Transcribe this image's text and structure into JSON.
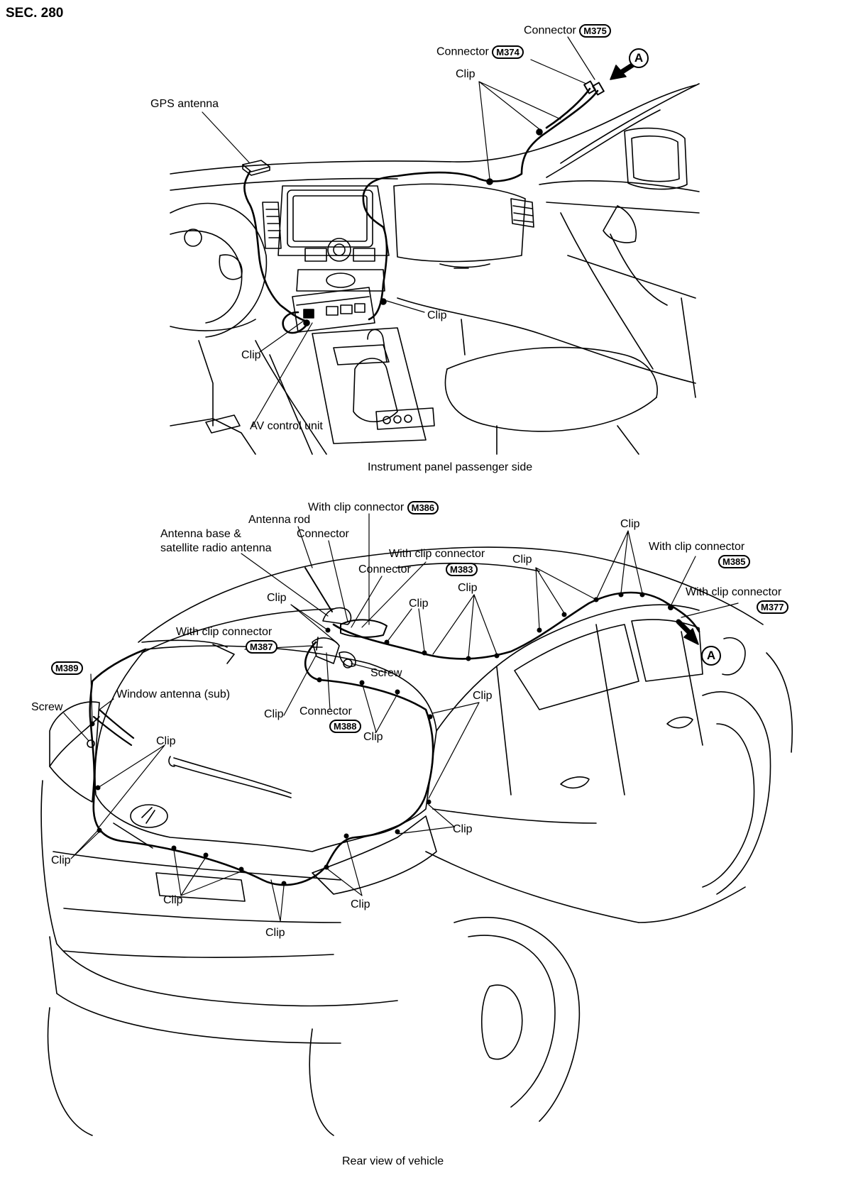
{
  "section": "SEC. 280",
  "top": {
    "caption": "Instrument panel passenger side",
    "connector_m375": "Connector",
    "connector_m375_id": "M375",
    "connector_m374": "Connector",
    "connector_m374_id": "M374",
    "clip_top": "Clip",
    "gps_antenna": "GPS antenna",
    "clip_right": "Clip",
    "clip_left": "Clip",
    "av_control_unit": "AV control unit",
    "marker_a": "A"
  },
  "bottom": {
    "caption": "Rear view of vehicle",
    "with_clip_connector_m386": "With clip connector",
    "m386_id": "M386",
    "antenna_rod": "Antenna rod",
    "connector_1": "Connector",
    "antenna_base_line1": "Antenna base &",
    "antenna_base_line2": "satellite radio antenna",
    "with_clip_connector_m383": "With clip connector",
    "connector_2": "Connector",
    "m383_id": "M383",
    "clip_roof_top": "Clip",
    "with_clip_connector_m385": "With clip connector",
    "m385_id": "M385",
    "clip_roof_mid": "Clip",
    "clip_roof_low": "Clip",
    "with_clip_connector_m377": "With clip connector",
    "m377_id": "M377",
    "clip_ant_left": "Clip",
    "clip_ant_right": "Clip",
    "with_clip_connector_m387": "With clip connector",
    "m387_id": "M387",
    "screw_center": "Screw",
    "m389_id": "M389",
    "window_antenna_sub": "Window antenna (sub)",
    "screw_left": "Screw",
    "clip_center_left": "Clip",
    "connector_m388": "Connector",
    "m388_id": "M388",
    "clip_center_right": "Clip",
    "clip_pillar_right": "Clip",
    "clip_glass_left": "Clip",
    "clip_glass_right": "Clip",
    "clip_rear_left": "Clip",
    "clip_rear_center": "Clip",
    "clip_rear_right": "Clip",
    "clip_rear_bottom": "Clip",
    "marker_a": "A"
  }
}
